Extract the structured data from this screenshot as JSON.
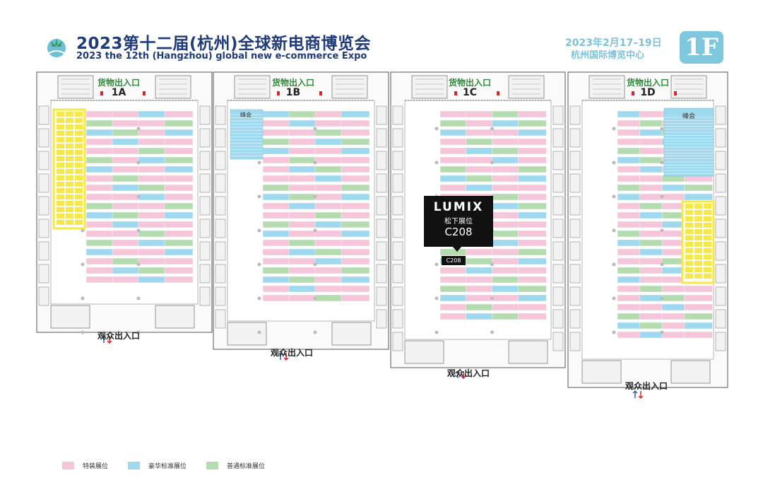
{
  "header": {
    "title_cn": "2023第十二届(杭州)全球新电商博览会",
    "title_en": "2023 the 12th (Hangzhou) global new e-commerce Expo",
    "date": "2023年2月17–19日",
    "venue": "杭州国际博览中心",
    "floor": "1F"
  },
  "halls": [
    {
      "id": "1A",
      "cargo": "货物出入口",
      "exit": "观众出入口"
    },
    {
      "id": "1B",
      "cargo": "货物出入口",
      "exit": "观众出入口"
    },
    {
      "id": "1C",
      "cargo": "货物出入口",
      "exit": "观众出入口"
    },
    {
      "id": "1D",
      "cargo": "货物出入口",
      "exit": "观众出入口"
    }
  ],
  "summits": [
    "峰会",
    "峰会"
  ],
  "highlight": {
    "brand": "LUMIX",
    "label": "松下展位",
    "code": "C208",
    "tag": "C208"
  },
  "legend": [
    {
      "label": "特装展位",
      "color": "#f5c6da"
    },
    {
      "label": "豪华标准展位",
      "color": "#9fd9ef"
    },
    {
      "label": "普通标准展位",
      "color": "#b5dcb0"
    }
  ],
  "colors": {
    "title": "#1f3b7a",
    "accent": "#7fc7dc",
    "cargo_text": "#2f8a3a",
    "special": "#f5c6da",
    "deluxe": "#9fd9ef",
    "standard": "#b5dcb0",
    "highlight_yellow": "#f7e84a"
  }
}
